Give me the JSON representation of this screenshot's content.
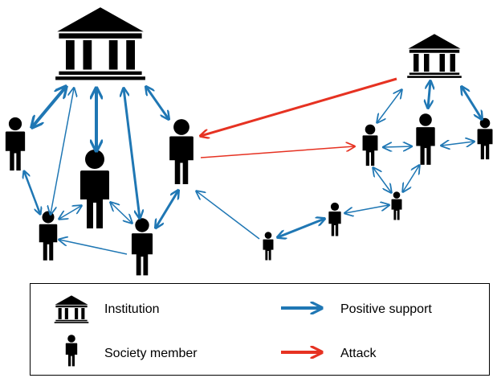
{
  "colors": {
    "support": "#1f77b4",
    "attack": "#e63222",
    "figure": "#000000",
    "background": "#ffffff"
  },
  "legend": {
    "institution_label": "Institution",
    "society_member_label": "Society member",
    "positive_support_label": "Positive support",
    "attack_label": "Attack"
  },
  "icons": {
    "institution": "institution-icon",
    "person": "person-icon"
  }
}
